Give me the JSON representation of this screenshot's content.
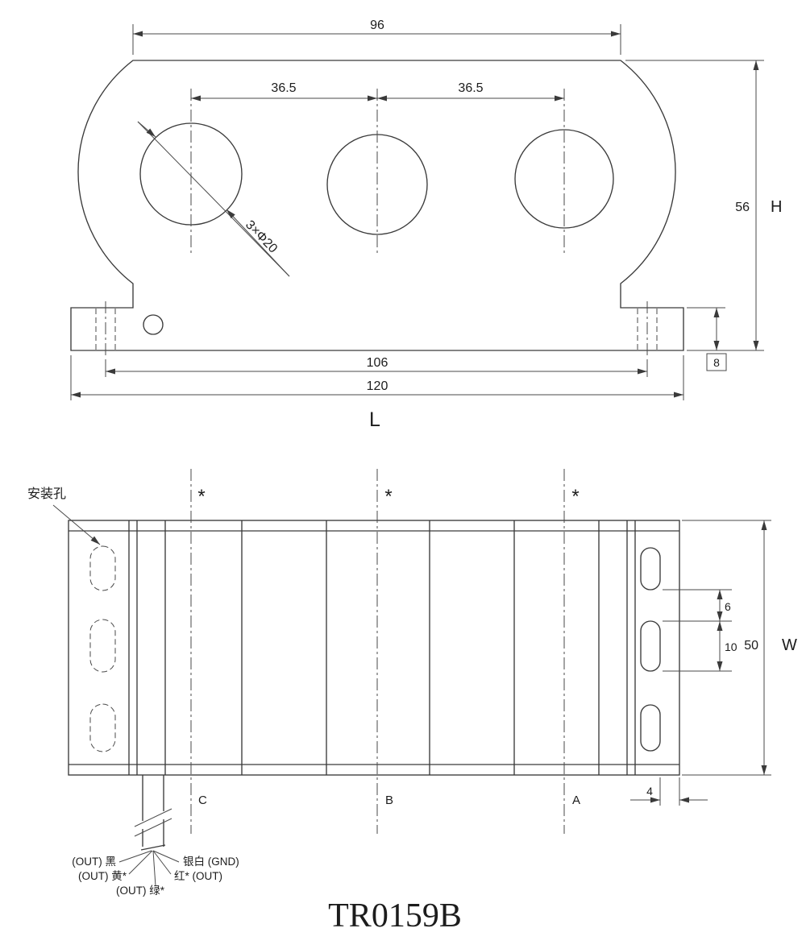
{
  "title": "TR0159B",
  "colors": {
    "line_color": "#3a3a3a",
    "background": "#ffffff"
  },
  "front_view": {
    "dim_96": "96",
    "dim_36_5_a": "36.5",
    "dim_36_5_b": "36.5",
    "dim_56": "56",
    "label_h": "H",
    "dim_8": "8",
    "dim_106": "106",
    "dim_120": "120",
    "label_l": "L",
    "hole_callout": "3×Φ20"
  },
  "plan_view": {
    "mounting_hole_label": "安装孔",
    "dim_6": "6",
    "dim_10": "10",
    "dim_50": "50",
    "label_w": "W",
    "dim_4": "4",
    "star_c": "*",
    "star_b": "*",
    "star_a": "*",
    "label_c": "C",
    "label_b": "B",
    "label_a": "A",
    "wire_black": "(OUT) 黑",
    "wire_silver": "银白 (GND)",
    "wire_yellow": "(OUT) 黄*",
    "wire_red": "红* (OUT)",
    "wire_green": "(OUT) 绿*"
  }
}
